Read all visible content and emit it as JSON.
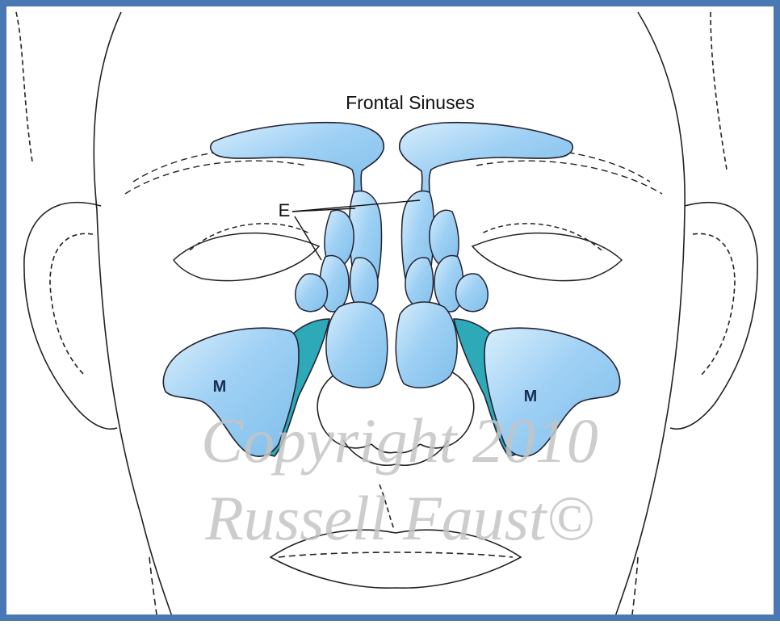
{
  "diagram": {
    "title": "Frontal Sinuses",
    "labels": {
      "ethmoid": "E",
      "maxillary_left": "M",
      "maxillary_right": "M"
    },
    "watermark": {
      "line1": "Copyright 2010",
      "line2": "Russell Faust©"
    }
  },
  "colors": {
    "frame": "#4a78b4",
    "outline": "#222222",
    "sinus_fill": "#9fd0f4",
    "sinus_light": "#d8eefc",
    "sinus_dark": "#2ea9b8",
    "watermark": "#c4c4c4"
  }
}
